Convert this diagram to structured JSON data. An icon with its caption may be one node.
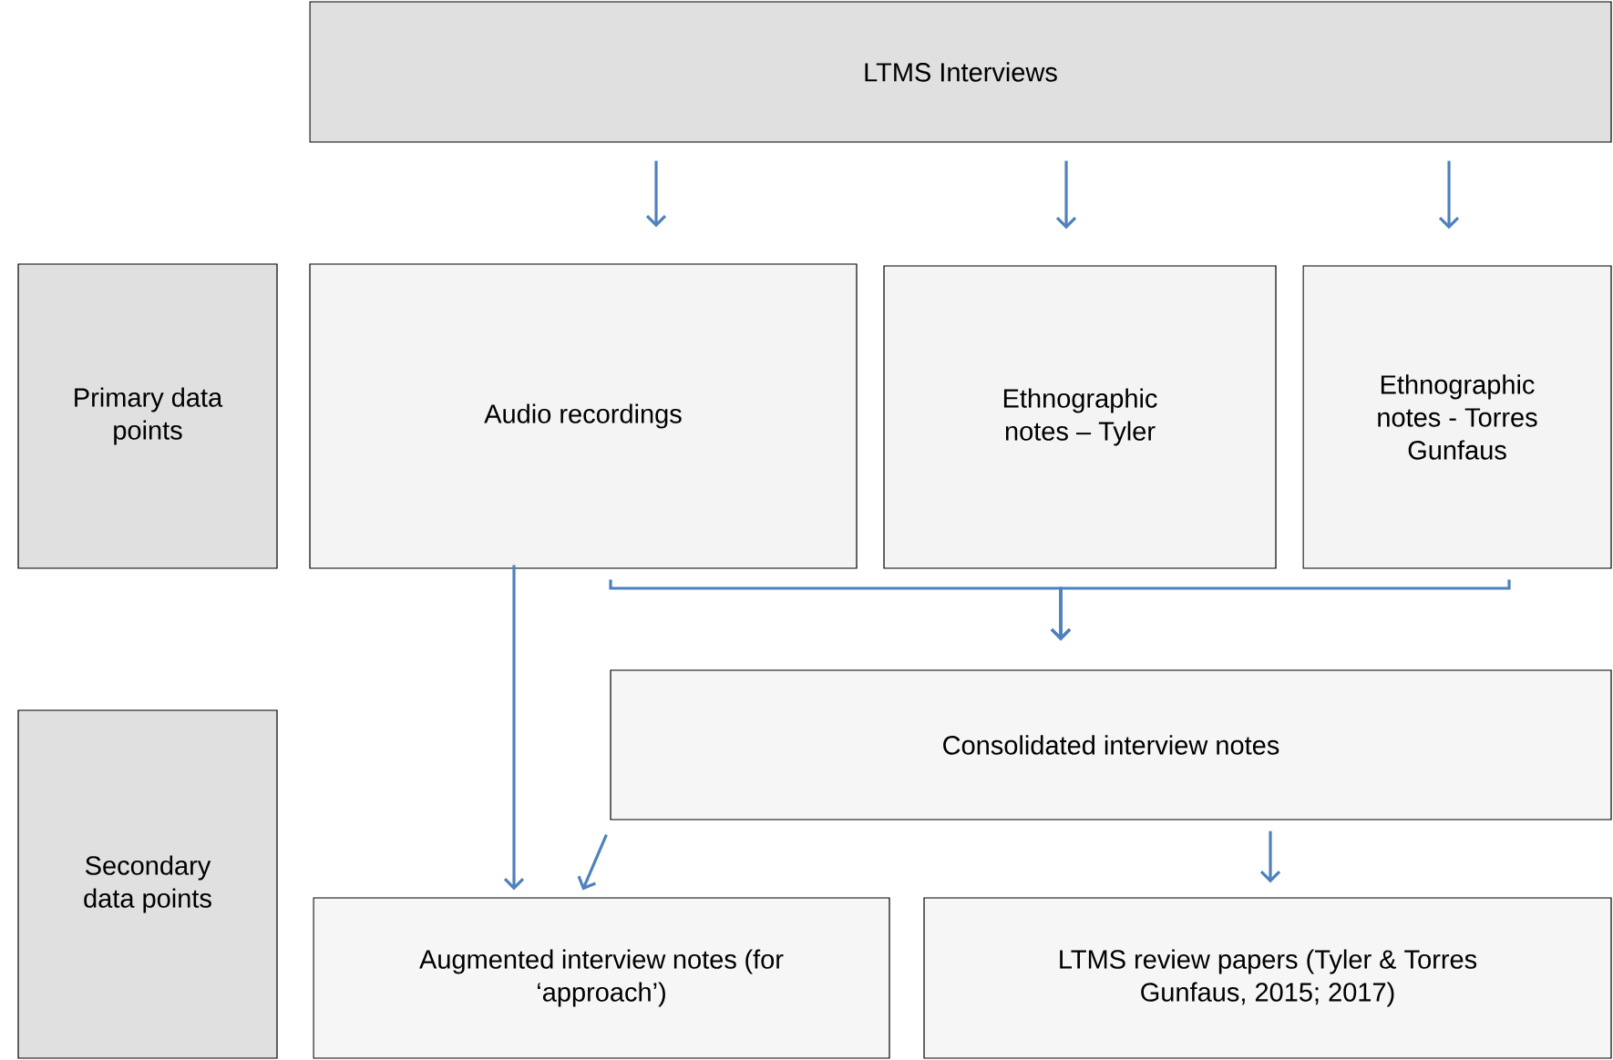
{
  "diagram": {
    "nodes": [
      {
        "text": [
          "LTMS Interviews"
        ]
      },
      {
        "text": [
          "Primary data points"
        ]
      },
      {
        "text": [
          "Audio recordings"
        ]
      },
      {
        "text": [
          "Ethnographic notes – Tyler"
        ]
      },
      {
        "text": [
          "Ethnographic notes - Torres Gunfaus"
        ]
      },
      {
        "text": [
          "Secondary data points"
        ]
      },
      {
        "text": [
          "Consolidated interview notes"
        ]
      },
      {
        "text": [
          "Augmented interview notes (for ‘approach’)"
        ]
      },
      {
        "text": [
          "LTMS review papers (Tyler & Torres Gunfaus, 2015; 2017)"
        ]
      }
    ],
    "edges": [
      {
        "from": 0,
        "to": 2,
        "arrow": "to"
      },
      {
        "from": 0,
        "to": 3,
        "arrow": "to"
      },
      {
        "from": 0,
        "to": 4,
        "arrow": "to"
      },
      {
        "from": 2,
        "to": 6,
        "arrow": "to"
      },
      {
        "from": 3,
        "to": 6,
        "arrow": "to"
      },
      {
        "from": 4,
        "to": 6,
        "arrow": "to"
      },
      {
        "from": 2,
        "to": 7,
        "arrow": "to"
      },
      {
        "from": 6,
        "to": 7,
        "arrow": "to"
      },
      {
        "from": 6,
        "to": 8,
        "arrow": "to"
      }
    ]
  }
}
